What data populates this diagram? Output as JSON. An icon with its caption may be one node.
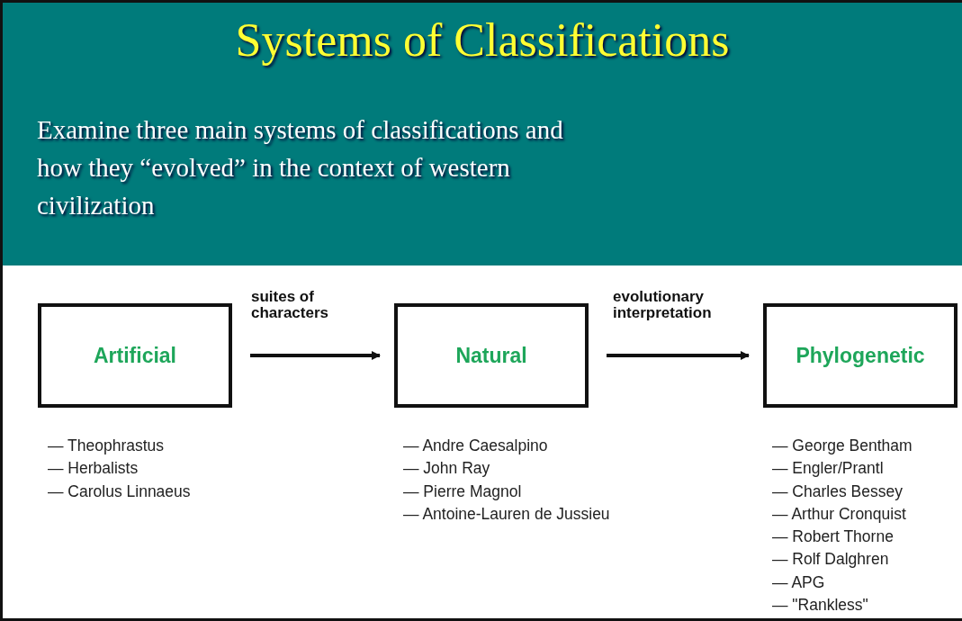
{
  "diagram": {
    "title": "Systems of Classifications",
    "nodes": [
      {
        "text": [
          "Artificial"
        ],
        "beside": [
          "— Theophrastus",
          "— Herbalists",
          "— Carolus Linnaeus"
        ]
      },
      {
        "text": [
          "Natural"
        ],
        "beside": [
          "— Andre Caesalpino",
          "— John Ray",
          "— Pierre Magnol",
          "— Antoine-Lauren de Jussieu"
        ]
      },
      {
        "text": [
          "Phylogenetic"
        ],
        "beside": [
          "— George Bentham",
          "— Engler/Prantl",
          "— Charles Bessey",
          "— Arthur Cronquist",
          "— Robert Thorne",
          "— Rolf Dalghren",
          "— APG",
          "— \"Rankless\""
        ]
      }
    ],
    "edges": [
      {
        "from": 0,
        "to": 1,
        "arrow": "to",
        "label": "suites of characters"
      },
      {
        "from": 1,
        "to": 2,
        "arrow": "to",
        "label": "evolutionary interpretation"
      }
    ],
    "labels": [
      "Examine three main systems of classifications and how they “evolved” in the context of western civilization"
    ]
  }
}
